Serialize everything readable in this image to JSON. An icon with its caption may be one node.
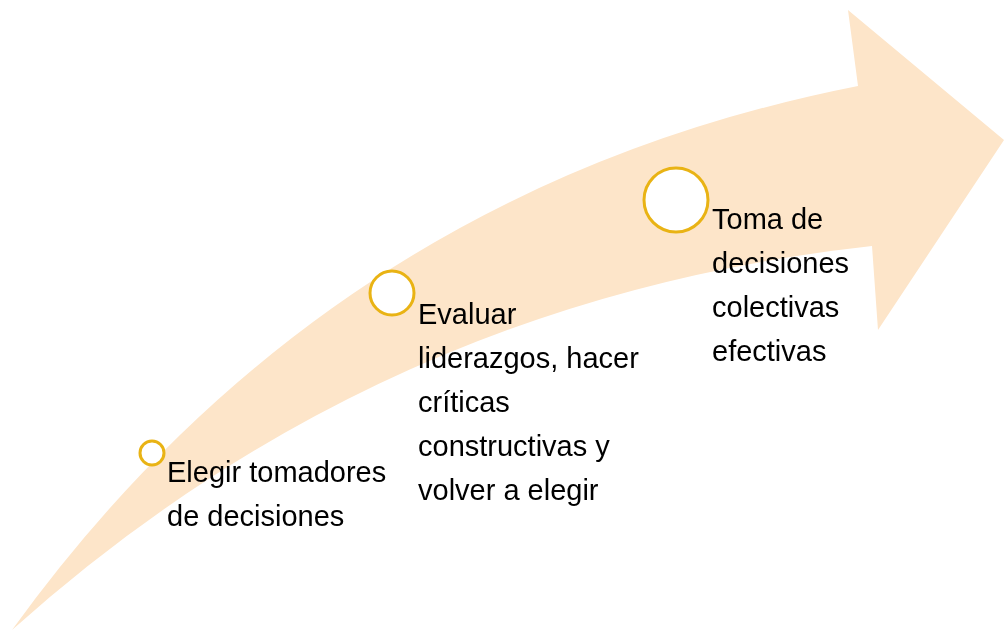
{
  "diagram": {
    "nodes": [
      {
        "text": [],
        "shape": "circle",
        "beside": [
          "Elegir tomadores de decisiones"
        ]
      },
      {
        "text": [],
        "shape": "circle",
        "beside": [
          "Evaluar liderazgos, hacer críticas constructivas y volver a elegir"
        ]
      },
      {
        "text": [],
        "shape": "circle",
        "beside": [
          "Toma de decisiones colectivas efectivas"
        ]
      }
    ],
    "edges": []
  }
}
